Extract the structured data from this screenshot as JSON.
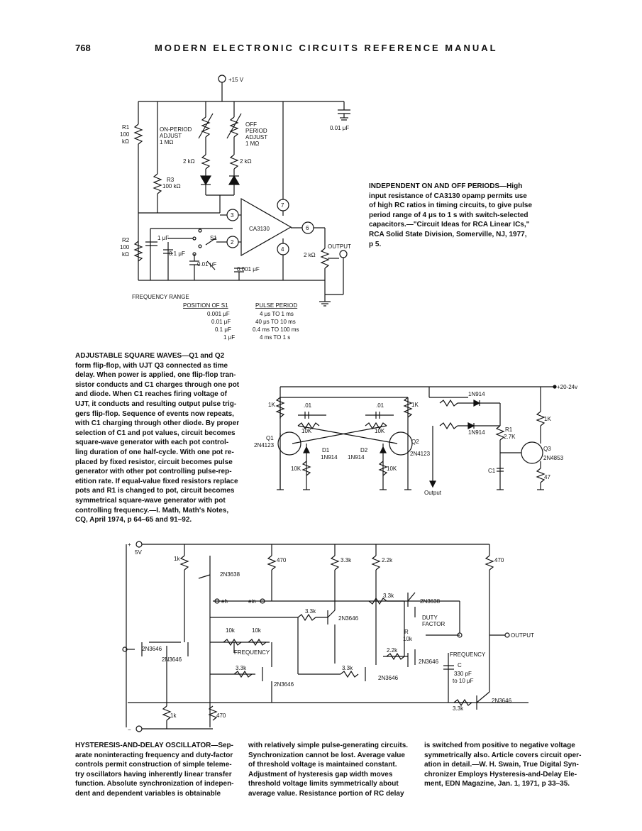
{
  "header": {
    "page_number": "768",
    "title": "MODERN ELECTRONIC CIRCUITS REFERENCE MANUAL"
  },
  "figure1": {
    "labels": {
      "supply": "+15 V",
      "r1": [
        "R1",
        "100",
        "kΩ"
      ],
      "r2": [
        "R2",
        "100",
        "kΩ"
      ],
      "r3": [
        "R3",
        "100 kΩ"
      ],
      "on_adjust": [
        "ON-PERIOD",
        "ADJUST",
        "1 MΩ"
      ],
      "off_adjust": [
        "OFF",
        "PERIOD",
        "ADJUST",
        "1 MΩ"
      ],
      "res_2k_a": "2 kΩ",
      "res_2k_b": "2 kΩ",
      "res_2k_c": "2 kΩ",
      "cap_top": "0.01 μF",
      "opamp": "CA3130",
      "pin3": "3",
      "pin2": "2",
      "pin7": "7",
      "pin6": "6",
      "pin4": "4",
      "switch": "S1",
      "c1": "1 μF",
      "c2": "0.1 μF",
      "c3": "0.01 μF",
      "c4": "0.001 μF",
      "output": "OUTPUT"
    },
    "table": {
      "heading": "FREQUENCY RANGE",
      "col1": "POSITION OF S1",
      "col2": "PULSE PERIOD",
      "rows": [
        [
          "0.001 μF",
          "4 μs TO 1 ms"
        ],
        [
          "0.01 μF",
          "40 μs TO 10 ms"
        ],
        [
          "0.1 μF",
          "0.4 ms TO 100 ms"
        ],
        [
          "1 μF",
          "4 ms TO 1 s"
        ]
      ]
    },
    "caption": {
      "title": "INDEPENDENT ON AND OFF PERIODS",
      "lines": [
        "INDEPENDENT ON AND OFF PERIODS—High",
        "input resistance of CA3130 opamp permits use",
        "of high RC ratios in timing circuits, to give pulse",
        "period range of 4 μs to 1 s with switch-selected",
        "capacitors.—\"Circuit Ideas for RCA Linear ICs,\"",
        "RCA Solid State Division, Somerville, NJ, 1977,",
        "p 5."
      ]
    }
  },
  "figure2": {
    "caption": {
      "lines": [
        "ADJUSTABLE SQUARE WAVES—Q1 and Q2",
        "form flip-flop, with UJT Q3 connected as time",
        "delay. When power is applied, one flip-flop tran-",
        "sistor conducts and C1 charges through one pot",
        "and diode. When C1 reaches firing voltage of",
        "UJT, it conducts and resulting output pulse trig-",
        "gers flip-flop. Sequence of events now repeats,",
        "with C1 charging through other diode. By proper",
        "selection of C1 and pot values, circuit becomes",
        "square-wave generator with each pot control-",
        "ling duration of one half-cycle. With one pot re-",
        "placed by fixed resistor, circuit becomes pulse",
        "generator with other pot controlling pulse-rep-",
        "etition rate. If equal-value fixed resistors replace",
        "pots and R1 is changed to pot, circuit becomes",
        "symmetrical square-wave generator with pot",
        "controlling frequency.—I. Math, Math's Notes,",
        "CQ, April 1974, p 64–65 and 91–92."
      ]
    },
    "labels": {
      "supply": "+20-24v",
      "r1k_a": "1K",
      "r1k_b": "1K",
      "r1k_c": "1K",
      "cap_a": ".01",
      "cap_b": ".01",
      "r10k_a": "10K",
      "r10k_b": "10K",
      "r10k_c": "10K",
      "r10k_d": "10K",
      "q1": [
        "Q1",
        "2N4123"
      ],
      "q2": [
        "Q2",
        "2N4123"
      ],
      "q3": [
        "Q3",
        "2N4853"
      ],
      "d1": [
        "D1",
        "1N914"
      ],
      "d2": [
        "D2",
        "1N914"
      ],
      "d_top": "1N914",
      "d_mid": "1N914",
      "r1": [
        "R1",
        "2.7K"
      ],
      "r47": "47",
      "c1": "C1",
      "output": "Output"
    }
  },
  "figure3": {
    "labels": {
      "plus": "+",
      "minus": "−",
      "v5": "5V",
      "r1k_top": "1k",
      "r470_a": "470",
      "r33_a": "3.3k",
      "r22_a": "2.2k",
      "r470_b": "470",
      "q2n3638_a": "2N3638",
      "q2n3638_b": "2N3638",
      "eh": "eh",
      "ein": "ein",
      "r33_b": "3.3k",
      "r33_c": "3.3k",
      "q2n3646_a": "2N3646",
      "duty": [
        "DUTY",
        "FACTOR"
      ],
      "r": [
        "R",
        "10k"
      ],
      "output": "OUTPUT",
      "r10k_a": "10k",
      "r10k_b": "10k",
      "frequency_a": "FREQUENCY",
      "frequency_b": "FREQUENCY",
      "q2n3646_b": "2N3646",
      "q2n3646_c": "2N3646",
      "r33_d": "3.3k",
      "q2n3646_d": "2N3646",
      "r33_e": "3.3k",
      "r22_b": "2.2k",
      "q2n3646_e": "2N3646",
      "q2n3646_f": "2N3646",
      "c": [
        "C",
        "330 pF",
        "to 10 μF"
      ],
      "r33_f": "3.3k",
      "q2n3646_g": "2N3646",
      "r1k_bot": "1k",
      "r470_c": "470"
    },
    "caption": {
      "col1": [
        "HYSTERESIS-AND-DELAY OSCILLATOR—Sep-",
        "arate noninteracting frequency and duty-factor",
        "controls permit construction of simple teleme-",
        "try oscillators having inherently linear transfer",
        "function. Absolute synchronization of indepen-",
        "dent and dependent variables is obtainable"
      ],
      "col2": [
        "with relatively simple pulse-generating circuits.",
        "Synchronization cannot be lost. Average value",
        "of threshold voltage is maintained constant.",
        "Adjustment of hysteresis gap width moves",
        "threshold voltage limits symmetrically about",
        "average value. Resistance portion of RC delay"
      ],
      "col3": [
        "is switched from positive to negative voltage",
        "symmetrically also. Article covers circuit oper-",
        "ation in detail.—W. H. Swain, True Digital Syn-",
        "chronizer Employs Hysteresis-and-Delay Ele-",
        "ment, EDN Magazine, Jan. 1, 1971, p 33–35."
      ]
    }
  }
}
